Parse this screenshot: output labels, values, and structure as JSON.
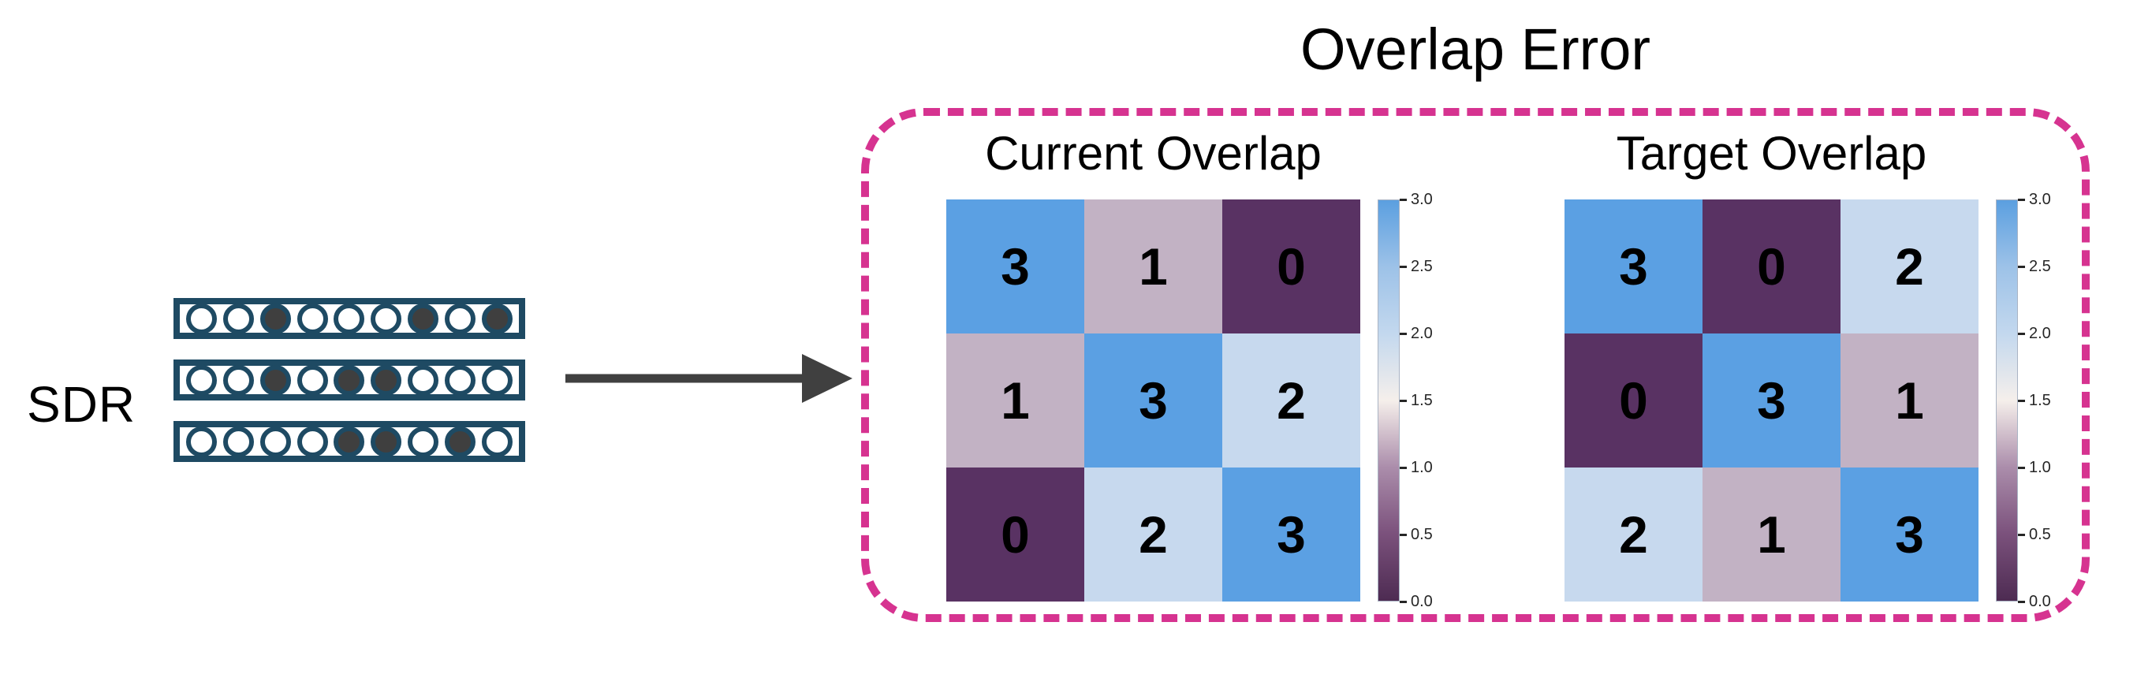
{
  "sdr": {
    "label": "SDR",
    "rows": [
      [
        0,
        0,
        1,
        0,
        0,
        0,
        1,
        0,
        1
      ],
      [
        0,
        0,
        1,
        0,
        1,
        1,
        0,
        0,
        0
      ],
      [
        0,
        0,
        0,
        0,
        1,
        1,
        0,
        1,
        0
      ]
    ]
  },
  "overlap": {
    "title": "Overlap Error",
    "current": {
      "title": "Current Overlap",
      "values": [
        [
          3,
          1,
          0
        ],
        [
          1,
          3,
          2
        ],
        [
          0,
          2,
          3
        ]
      ]
    },
    "target": {
      "title": "Target Overlap",
      "values": [
        [
          3,
          0,
          2
        ],
        [
          0,
          3,
          1
        ],
        [
          2,
          1,
          3
        ]
      ]
    },
    "colorbar_ticks": [
      "3.0",
      "2.5",
      "2.0",
      "1.5",
      "1.0",
      "0.5",
      "0.0"
    ]
  },
  "colors": {
    "accent_pink": "#d63390",
    "sdr_outline": "#1e4a63",
    "sdr_fill_dot": "#3f3f3f",
    "arrow_gray": "#404040",
    "value_colors": {
      "0": "#593263",
      "1": "#c2b2c4",
      "2": "#c7d9ee",
      "3": "#5ba0e3"
    },
    "colorbar_stops_bottom_to_top": [
      "#4d2b52",
      "#7b517c",
      "#ab8dab",
      "#f5efeb",
      "#c3d8ee",
      "#9dc2e8",
      "#5b9fe0"
    ]
  },
  "chart_data": [
    {
      "type": "heatmap",
      "title": "Current Overlap",
      "rows": [
        [
          3,
          1,
          0
        ],
        [
          1,
          3,
          2
        ],
        [
          0,
          2,
          3
        ]
      ],
      "value_range": [
        0.0,
        3.0
      ],
      "colorbar_ticks": [
        3.0,
        2.5,
        2.0,
        1.5,
        1.0,
        0.5,
        0.0
      ],
      "legend_position": "right",
      "grid": false
    },
    {
      "type": "heatmap",
      "title": "Target Overlap",
      "rows": [
        [
          3,
          0,
          2
        ],
        [
          0,
          3,
          1
        ],
        [
          2,
          1,
          3
        ]
      ],
      "value_range": [
        0.0,
        3.0
      ],
      "colorbar_ticks": [
        3.0,
        2.5,
        2.0,
        1.5,
        1.0,
        0.5,
        0.0
      ],
      "legend_position": "right",
      "grid": false
    }
  ]
}
